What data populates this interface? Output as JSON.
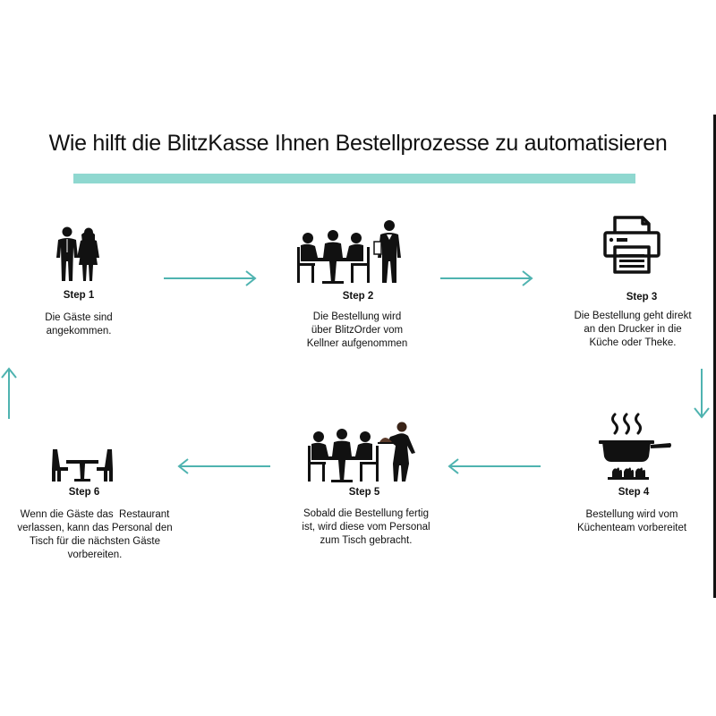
{
  "title": "Wie hilft die BlitzKasse Ihnen Bestellprozesse zu automatisieren",
  "colors": {
    "accent": "#8fd8d0",
    "arrow": "#4fb3b0",
    "icon": "#111111"
  },
  "steps": [
    {
      "label": "Step 1",
      "desc": [
        "Die Gäste sind",
        "angekommen."
      ],
      "icon": "guests-couple-icon"
    },
    {
      "label": "Step 2",
      "desc": [
        "Die Bestellung wird",
        "über BlitzOrder vom",
        "Kellner aufgenommen"
      ],
      "icon": "waiter-at-table-icon"
    },
    {
      "label": "Step 3",
      "desc": [
        "Die Bestellung geht direkt",
        "an den Drucker in die",
        "Küche oder Theke."
      ],
      "icon": "printer-icon"
    },
    {
      "label": "Step 4",
      "desc": [
        "Bestellung wird vom",
        "Küchenteam vorbereitet"
      ],
      "icon": "cooking-pan-icon"
    },
    {
      "label": "Step 5",
      "desc": [
        "Sobald die Bestellung fertig",
        "ist, wird diese vom Personal",
        "zum Tisch gebracht."
      ],
      "icon": "serving-waitress-icon"
    },
    {
      "label": "Step 6",
      "desc": [
        "Wenn die Gäste das  Restaurant",
        "verlassen, kann das Personal den",
        "Tisch für die nächsten Gäste",
        "vorbereiten."
      ],
      "icon": "empty-table-icon"
    }
  ]
}
